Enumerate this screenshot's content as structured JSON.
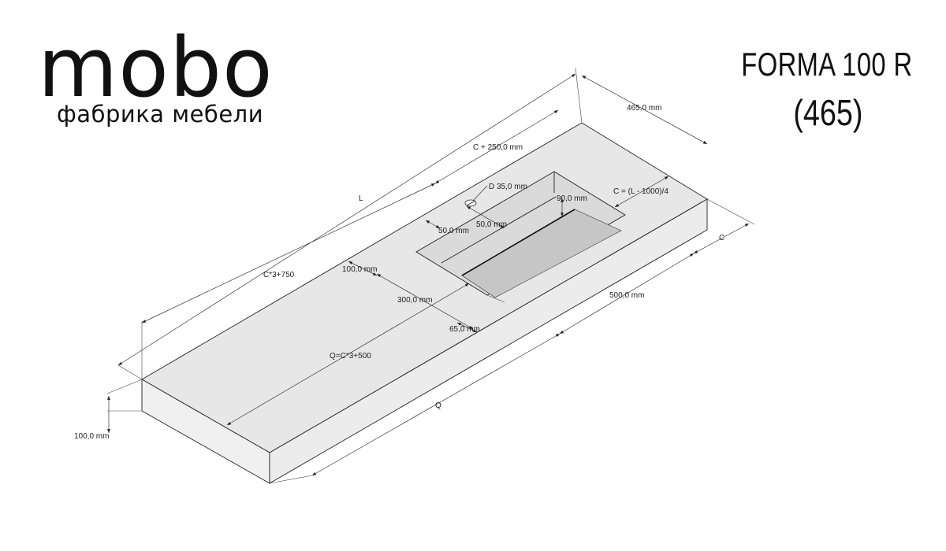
{
  "brand": {
    "logo": "mobo",
    "subtitle": "фабрика мебели"
  },
  "model": {
    "name": "FORMA 100 R",
    "code": "(465)"
  },
  "dimensions": {
    "depth": "465,0 mm",
    "c_plus": "C + 250,0 mm",
    "length": "L",
    "c_formula": "C*3+750",
    "drain": "D 35,0 mm",
    "basin_depth": "90,0 mm",
    "c_equation": "C = (L - 1000)/4",
    "c_label": "C",
    "offset_50a": "50,0 mm",
    "offset_50b": "50,0 mm",
    "inset_100": "100,0 mm",
    "basin_width": "300,0 mm",
    "basin_length": "500,0 mm",
    "front_65": "65,0 mm",
    "q_formula": "Q=C*3+500",
    "q_label": "Q",
    "thickness": "100,0 mm"
  },
  "colors": {
    "top_face": "#e7e7e7",
    "side_face": "#eeeeee",
    "basin_slope": "#c4c4c4",
    "basin_floor": "#d8d8d8",
    "lines": "#222222"
  }
}
